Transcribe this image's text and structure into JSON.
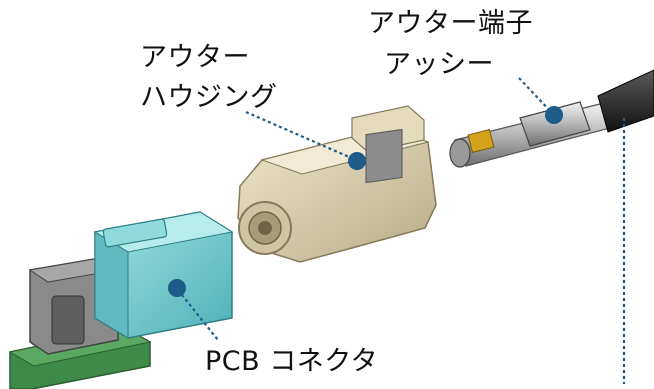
{
  "labels": {
    "outer_housing_line1": "アウター",
    "outer_housing_line2": "ハウジング",
    "outer_terminal_line1": "アウター端子",
    "outer_terminal_line2": "アッシー",
    "pcb_connector": "PCB コネクタ"
  },
  "colors": {
    "leader": "#1f5c8a",
    "marker": "#1f5c8a",
    "housing_beige": "#d9cfb0",
    "pcb_connector_teal": "#7ecfd3",
    "pcb_connector_gray": "#7d7d7d",
    "pcb_green": "#3f8a48",
    "terminal_silver": "#c9c9c9",
    "cable_black": "#2a2a2a"
  },
  "icons": {
    "marker": "dot-marker",
    "leader": "dotted-leader-line"
  }
}
